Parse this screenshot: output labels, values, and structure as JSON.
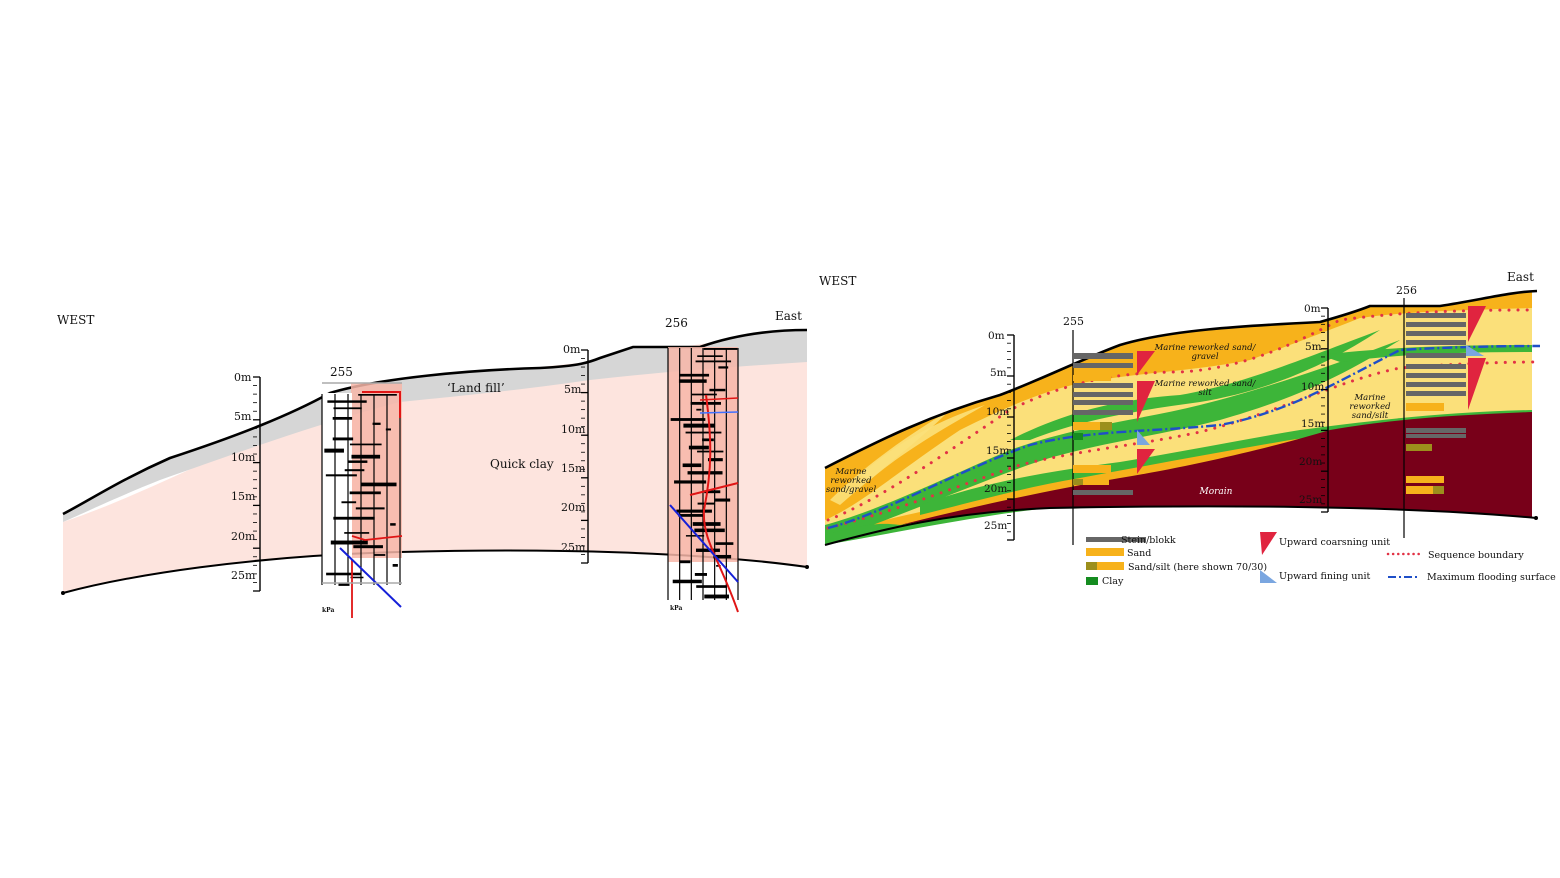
{
  "left_section": {
    "west_label": "WEST",
    "east_label": "East",
    "well_a": "255",
    "well_b": "256",
    "unit_landfill": "‘Land fill’",
    "unit_quickclay": "Quick clay",
    "scale_a": [
      "0m",
      "5m",
      "10m",
      "15m",
      "20m",
      "25m"
    ],
    "scale_b": [
      "0m",
      "5m",
      "10m",
      "15m",
      "20m",
      "25m"
    ],
    "log_footer": "kPa"
  },
  "right_section": {
    "west_label": "WEST",
    "east_label": "East",
    "well_a": "255",
    "well_b": "256",
    "scale_a": [
      "0m",
      "5m",
      "10m",
      "15m",
      "20m",
      "25m"
    ],
    "scale_b": [
      "0m",
      "5m",
      "10m",
      "15m",
      "20m",
      "25m"
    ],
    "unit_marine_left": [
      "Marine",
      "reworked",
      "sand/gravel"
    ],
    "unit_marine_top": [
      "Marine reworked sand/",
      "gravel"
    ],
    "unit_marine_mid": [
      "Marine reworked sand/",
      "silt"
    ],
    "unit_marine_right": [
      "Marine",
      "reworked",
      "sand/silt"
    ],
    "unit_morain": "Morain"
  },
  "legend": {
    "stein": "Stein/blokk",
    "sand": "Sand",
    "sandsilt": "Sand/silt (here shown 70/30)",
    "clay": "Clay",
    "upward_coarsening": "Upward coarsning unit",
    "upward_fining": "Upward fining unit",
    "sequence_boundary": "Sequence boundary",
    "max_flooding": "Maximum flooding surface"
  },
  "colors": {
    "landfill": "#d9d9d9",
    "quickclay": "#fde4de",
    "sand_orange": "#f7b21b",
    "sand_yellow": "#fbe07a",
    "clay_green": "#3db539",
    "morain": "#780019",
    "stein_gray": "#666666",
    "sandsilt_olive": "#9c8f1c",
    "coarsening_red": "#e0243f",
    "fining_blue": "#7aa6e0",
    "sequence_red": "#e23245",
    "flooding_blue": "#1f4fc8"
  }
}
